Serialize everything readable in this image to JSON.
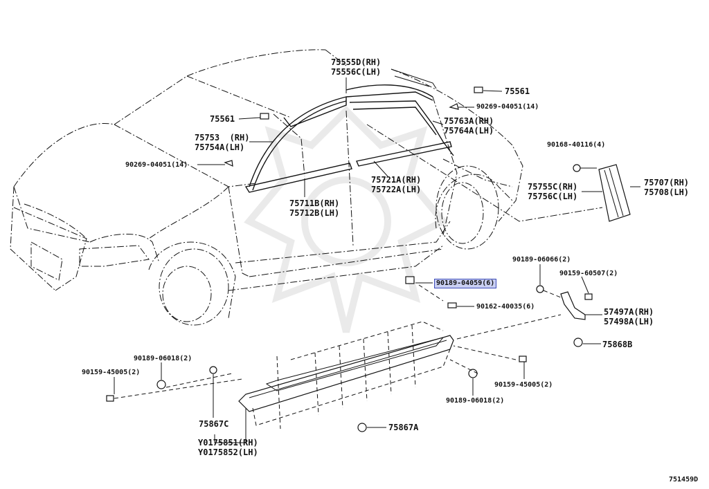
{
  "diagram_id": "751459D",
  "highlight_color": "#c9cff2",
  "labels": {
    "l_75555D": "75555D(RH)",
    "l_75556C": "75556C(LH)",
    "l_75561_r": "75561",
    "l_90269_r": "90269-04051(14)",
    "l_75561_l": "75561",
    "l_75763A": "75763A(RH)",
    "l_75764A": "75764A(LH)",
    "l_75753": "75753  (RH)",
    "l_75754A": "75754A(LH)",
    "l_90168": "90168-40116(4)",
    "l_90269_l": "90269-04051(14)",
    "l_75721A": "75721A(RH)",
    "l_75722A": "75722A(LH)",
    "l_75707": "75707(RH)",
    "l_75708": "75708(LH)",
    "l_75755C": "75755C(RH)",
    "l_75756C": "75756C(LH)",
    "l_75711B": "75711B(RH)",
    "l_75712B": "75712B(LH)",
    "l_90189_06066": "90189-06066(2)",
    "l_90159_60507": "90159-60507(2)",
    "l_90189_04059": "90189-04059(6)",
    "l_90162": "90162-40035(6)",
    "l_57497A": "57497A(RH)",
    "l_57498A": "57498A(LH)",
    "l_75868B": "75868B",
    "l_90189_06018_l": "90189-06018(2)",
    "l_90159_45005_l": "90159-45005(2)",
    "l_90159_45005_r": "90159-45005(2)",
    "l_90189_06018_r": "90189-06018(2)",
    "l_75867C": "75867C",
    "l_75867A": "75867A",
    "l_Y0175851": "Y0175851(RH)",
    "l_Y0175852": "Y0175852(LH)"
  }
}
